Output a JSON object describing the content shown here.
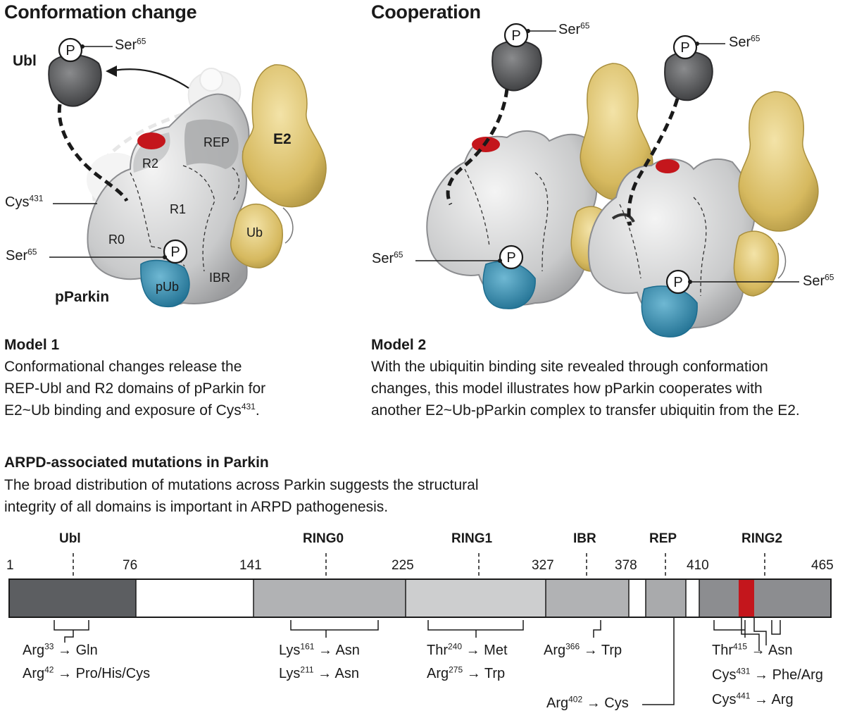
{
  "panel1": {
    "title": "Conformation change",
    "labels": {
      "ubl": "Ubl",
      "ser": "Ser",
      "ser_sup": "65",
      "ser2": "Ser",
      "ser2_sup": "65",
      "cys": "Cys",
      "cys_sup": "431",
      "r2": "R2",
      "r1": "R1",
      "r0": "R0",
      "rep": "REP",
      "e2": "E2",
      "ub": "Ub",
      "pub": "pUb",
      "ibr": "IBR",
      "pparkin": "pParkin",
      "p": "P"
    },
    "model_title": "Model 1",
    "model_lines": [
      "Conformational changes release the",
      "REP-Ubl and R2 domains of pParkin for",
      "E2~Ub binding and exposure of Cys"
    ],
    "model_sup": "431",
    "model_end": "."
  },
  "panel2": {
    "title": "Cooperation",
    "ser": "Ser",
    "ser_sup": "65",
    "model_title": "Model 2",
    "model_lines": [
      "With the ubiquitin binding site revealed through conformation",
      "changes, this model illustrates how pParkin cooperates with",
      "another E2~Ub-pParkin complex to transfer ubiquitin from the E2."
    ]
  },
  "mutations": {
    "title": "ARPD-associated mutations in Parkin",
    "desc_lines": [
      "The broad distribution of mutations across Parkin suggests the structural",
      "integrity of all domains is important in ARPD pathogenesis."
    ],
    "domains": [
      "Ubl",
      "RING0",
      "RING1",
      "IBR",
      "REP",
      "RING2"
    ],
    "positions": [
      "1",
      "76",
      "141",
      "225",
      "327",
      "378",
      "410",
      "465"
    ],
    "list": [
      {
        "res": "Arg",
        "pos": "33",
        "to": "Gln"
      },
      {
        "res": "Arg",
        "pos": "42",
        "to": "Pro/His/Cys"
      },
      {
        "res": "Lys",
        "pos": "161",
        "to": "Asn"
      },
      {
        "res": "Lys",
        "pos": "211",
        "to": "Asn"
      },
      {
        "res": "Thr",
        "pos": "240",
        "to": "Met"
      },
      {
        "res": "Arg",
        "pos": "275",
        "to": "Trp"
      },
      {
        "res": "Arg",
        "pos": "366",
        "to": "Trp"
      },
      {
        "res": "Arg",
        "pos": "402",
        "to": "Cys"
      },
      {
        "res": "Thr",
        "pos": "415",
        "to": "Asn"
      },
      {
        "res": "Cys",
        "pos": "431",
        "to": "Phe/Arg"
      },
      {
        "res": "Cys",
        "pos": "441",
        "to": "Arg"
      }
    ],
    "arrow": "→"
  },
  "colors": {
    "ubl": "#5c5e61",
    "ring0": "#b1b2b4",
    "ring1": "#cdcecf",
    "ibr": "#b1b2b4",
    "rep": "#a9aaac",
    "ring2": "#8c8d90",
    "cys_mark": "#c4161c",
    "e2": "#d9bd67",
    "pub": "#2e8aae"
  }
}
